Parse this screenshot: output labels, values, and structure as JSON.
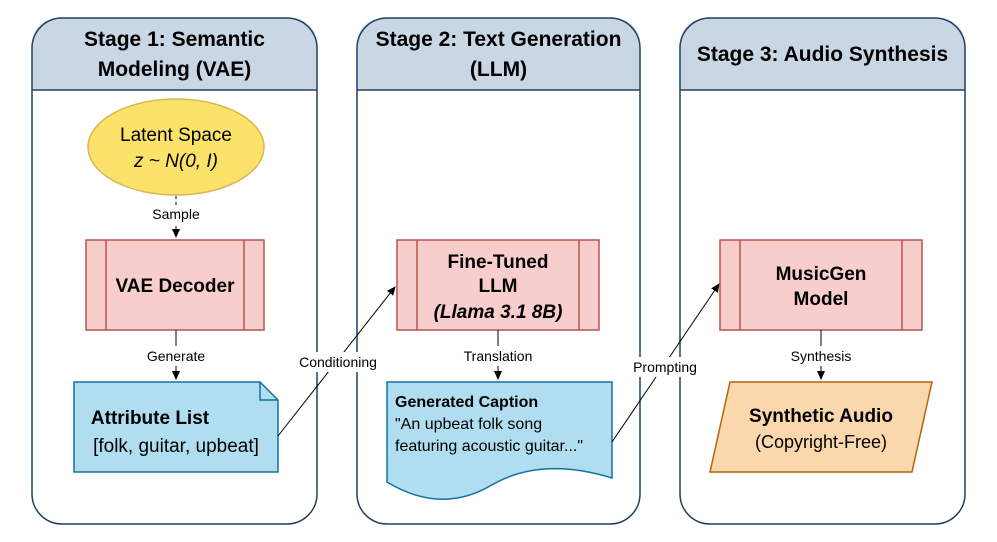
{
  "stages": [
    {
      "title_line1": "Stage 1: Semantic",
      "title_line2": "Modeling (VAE)"
    },
    {
      "title_line1": "Stage 2: Text Generation",
      "title_line2": "(LLM)"
    },
    {
      "title_line1": "Stage 3: Audio Synthesis",
      "title_line2": ""
    }
  ],
  "nodes": {
    "latent_space": {
      "line1": "Latent Space",
      "line2": "z ~ N(0, I)"
    },
    "vae_decoder": {
      "label": "VAE Decoder"
    },
    "attribute_list": {
      "line1": "Attribute List",
      "line2": "[folk, guitar, upbeat]"
    },
    "llm": {
      "line1": "Fine-Tuned",
      "line2": "LLM",
      "line3": "(Llama 3.1 8B)"
    },
    "generated_caption": {
      "title": "Generated Caption",
      "line1": "\"An upbeat folk song",
      "line2": "featuring acoustic guitar...\""
    },
    "musicgen": {
      "line1": "MusicGen",
      "line2": "Model"
    },
    "synthetic_audio": {
      "line1": "Synthetic Audio",
      "line2": "(Copyright-Free)"
    }
  },
  "edges": {
    "sample": "Sample",
    "generate": "Generate",
    "conditioning": "Conditioning",
    "translation": "Translation",
    "prompting": "Prompting",
    "synthesis": "Synthesis"
  },
  "colors": {
    "stage_header": "#c9d6e3",
    "stage_border": "#23405f",
    "latent_fill": "#fbe36a",
    "latent_stroke": "#d6b656",
    "process_fill": "#f8cecc",
    "process_stroke": "#b85450",
    "doc_fill": "#b1ddf0",
    "doc_stroke": "#10739e",
    "output_fill": "#fad7ac",
    "output_stroke": "#b46504"
  }
}
